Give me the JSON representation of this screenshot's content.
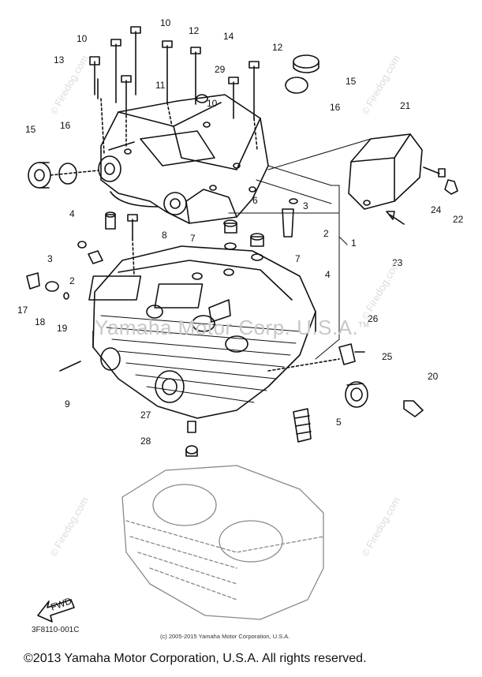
{
  "diagram": {
    "part_code": "3F8110-001C",
    "direction_label": "FWD",
    "center_watermark": "Yamaha Motor Corp. U.S.A.",
    "center_watermark_tm": "TM",
    "small_copyright": "(c) 2005-2015 Yamaha Motor Corporation, U.S.A.",
    "footer_copyright": "©2013 Yamaha Motor Corporation, U.S.A. All rights reserved.",
    "watermark": {
      "symbol": "©",
      "text": "Firedog.com"
    },
    "callouts": [
      "10",
      "10",
      "12",
      "14",
      "12",
      "13",
      "11",
      "29",
      "10",
      "15",
      "16",
      "15",
      "16",
      "21",
      "3",
      "4",
      "8",
      "6",
      "2",
      "1",
      "7",
      "7",
      "3",
      "2",
      "4",
      "24",
      "22",
      "23",
      "17",
      "18",
      "19",
      "26",
      "25",
      "9",
      "20",
      "27",
      "5",
      "28"
    ]
  }
}
